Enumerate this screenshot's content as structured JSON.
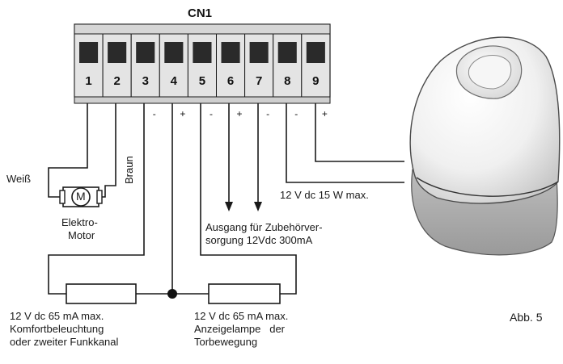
{
  "connector": {
    "name": "CN1"
  },
  "terminals": [
    {
      "number": "1",
      "polarity": ""
    },
    {
      "number": "2",
      "polarity": ""
    },
    {
      "number": "3",
      "polarity": "-"
    },
    {
      "number": "4",
      "polarity": "+"
    },
    {
      "number": "5",
      "polarity": "-"
    },
    {
      "number": "6",
      "polarity": "+"
    },
    {
      "number": "7",
      "polarity": "-"
    },
    {
      "number": "8",
      "polarity": "-"
    },
    {
      "number": "9",
      "polarity": "+"
    }
  ],
  "motor": {
    "symbol": "M",
    "wire_white": "Weiß",
    "wire_brown": "Braun",
    "label_line1": "Elektro-",
    "label_line2": "Motor"
  },
  "lamp_output": "12 V dc 15 W max.",
  "accessory_output": {
    "line1": "Ausgang für Zubehörver-",
    "line2": "sorgung 12Vdc 300mA"
  },
  "courtesy_light": {
    "line1": "12 V dc 65 mA max.",
    "line2": "Komfortbeleuchtung",
    "line3": "oder zweiter Funkkanal"
  },
  "indicator_lamp": {
    "line1": "12 V dc 65 mA max.",
    "line2": "Anzeigelampe   der",
    "line3": "Torbewegung"
  },
  "figure_label": "Abb. 5",
  "colors": {
    "stroke": "#1a1a1a",
    "terminal_fill": "#e4e4e4",
    "terminal_window": "#2a2a2a"
  }
}
